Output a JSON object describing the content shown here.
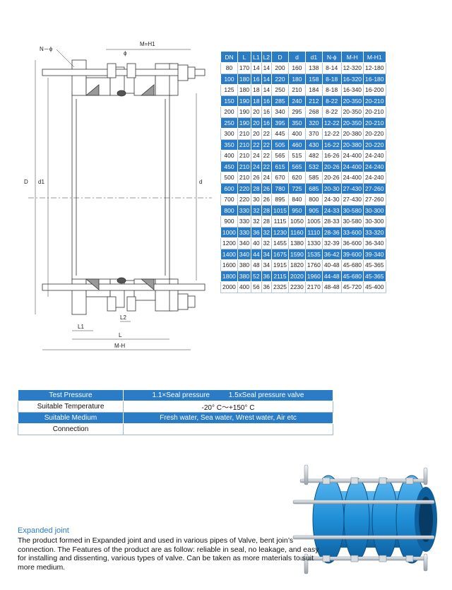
{
  "drawing": {
    "labels": {
      "n_phi": "N－ϕ",
      "m_h1": "M=H1",
      "phi": "ϕ",
      "D": "D",
      "d1": "d1",
      "d": "d",
      "L1": "L1",
      "L2": "L2",
      "L": "L",
      "m_h": "M-H"
    }
  },
  "dimension_table": {
    "headers": [
      "DN",
      "L",
      "L1",
      "L2",
      "D",
      "d",
      "d1",
      "N-ϕ",
      "M-H",
      "M-H1"
    ],
    "rows": [
      [
        "80",
        "170",
        "14",
        "14",
        "200",
        "160",
        "138",
        "8-14",
        "12-320",
        "12-180"
      ],
      [
        "100",
        "180",
        "16",
        "14",
        "220",
        "180",
        "158",
        "8-18",
        "16-320",
        "16-180"
      ],
      [
        "125",
        "180",
        "18",
        "14",
        "250",
        "210",
        "184",
        "8-18",
        "16-340",
        "16-200"
      ],
      [
        "150",
        "190",
        "18",
        "16",
        "285",
        "240",
        "212",
        "8-22",
        "20-350",
        "20-210"
      ],
      [
        "200",
        "190",
        "20",
        "16",
        "340",
        "295",
        "268",
        "8-22",
        "20-350",
        "20-210"
      ],
      [
        "250",
        "190",
        "20",
        "16",
        "395",
        "350",
        "320",
        "12-22",
        "20-350",
        "20-210"
      ],
      [
        "300",
        "210",
        "20",
        "22",
        "445",
        "400",
        "370",
        "12-22",
        "20-380",
        "20-220"
      ],
      [
        "350",
        "210",
        "22",
        "22",
        "505",
        "460",
        "430",
        "16-22",
        "20-380",
        "20-220"
      ],
      [
        "400",
        "210",
        "24",
        "22",
        "565",
        "515",
        "482",
        "16-26",
        "24-400",
        "24-240"
      ],
      [
        "450",
        "210",
        "24",
        "22",
        "615",
        "565",
        "532",
        "20-26",
        "24-400",
        "24-240"
      ],
      [
        "500",
        "210",
        "26",
        "24",
        "670",
        "620",
        "585",
        "20-26",
        "24-400",
        "24-240"
      ],
      [
        "600",
        "220",
        "28",
        "26",
        "780",
        "725",
        "685",
        "20-30",
        "27-430",
        "27-260"
      ],
      [
        "700",
        "220",
        "30",
        "26",
        "895",
        "840",
        "800",
        "24-30",
        "27-430",
        "27-260"
      ],
      [
        "800",
        "330",
        "32",
        "28",
        "1015",
        "950",
        "905",
        "24-33",
        "30-580",
        "30-300"
      ],
      [
        "900",
        "330",
        "32",
        "28",
        "1115",
        "1050",
        "1005",
        "28-33",
        "30-580",
        "30-300"
      ],
      [
        "1000",
        "330",
        "36",
        "32",
        "1230",
        "1160",
        "1110",
        "28-36",
        "33-600",
        "33-320"
      ],
      [
        "1200",
        "340",
        "40",
        "32",
        "1455",
        "1380",
        "1330",
        "32-39",
        "36-600",
        "36-340"
      ],
      [
        "1400",
        "340",
        "44",
        "34",
        "1675",
        "1590",
        "1535",
        "36-42",
        "39-600",
        "39-340"
      ],
      [
        "1600",
        "380",
        "48",
        "34",
        "1915",
        "1820",
        "1760",
        "40-48",
        "45-680",
        "45-365"
      ],
      [
        "1800",
        "380",
        "52",
        "36",
        "2115",
        "2020",
        "1960",
        "44-48",
        "45-680",
        "45-365"
      ],
      [
        "2000",
        "400",
        "56",
        "36",
        "2325",
        "2230",
        "2170",
        "48-48",
        "45-720",
        "45-400"
      ]
    ]
  },
  "spec_table": {
    "test_pressure_label": "Test Pressure",
    "test_pressure_value1": "1.1×Seal pressure",
    "test_pressure_value2": "1.5xSeal pressure valve",
    "temperature_label": "Suitable Temperature",
    "temperature_value": "-20° C～+150° C",
    "medium_label": "Suitable Medium",
    "medium_value": "Fresh water, Sea water, Wrest water, Air etc",
    "connection_label": "Connection",
    "connection_value": ""
  },
  "description": {
    "title": "Expanded joint",
    "body": "The product formed in Expanded joint and used in various pipes of Valve, bent join’s connection. The Features of the product are as follow: reliable in seal, no leakage, and easy for installing and dissenting, various types of valve. Can be taken as more materials to suit more medium."
  },
  "colors": {
    "accent_blue": "#2a7cc7",
    "product_blue": "#1f8ed6"
  }
}
